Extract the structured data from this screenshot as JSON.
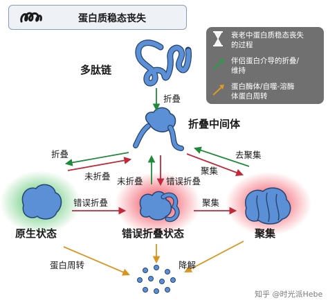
{
  "header": {
    "title": "蛋白质稳态丧失"
  },
  "legend": {
    "aging_line1": "衰老中蛋白质稳态丧失",
    "aging_line2": "的过程",
    "chaperone_line1": "伴侣蛋白介导的折叠/",
    "chaperone_line2": "维持",
    "degradation_line1": "蛋白酶体/自噬-溶酶",
    "degradation_line2": "体蛋白周转",
    "colors": {
      "chaperone": "#1f8a3a",
      "degradation": "#d9951e",
      "misfold": "#c2283a"
    }
  },
  "labels": {
    "polypeptide": "多肽链",
    "fold_down": "折叠",
    "intermediate": "折叠中间体",
    "fold_left": "折叠",
    "unfold_left": "未折叠",
    "unfold_center": "未折叠",
    "misfold_center": "错误折叠",
    "aggregate_right": "聚集",
    "disaggregate": "去聚集",
    "misfold_horizontal": "错误折叠",
    "aggregate_horizontal": "聚集",
    "native_state": "原生状态",
    "misfolded_state": "错误折叠状态",
    "aggregate_state": "聚集",
    "turnover": "蛋白周转",
    "degradation": "降解"
  },
  "watermark": "知乎 @时光派Hebe",
  "colors": {
    "protein": "#5b8fd6",
    "protein_stroke": "#24446f"
  }
}
